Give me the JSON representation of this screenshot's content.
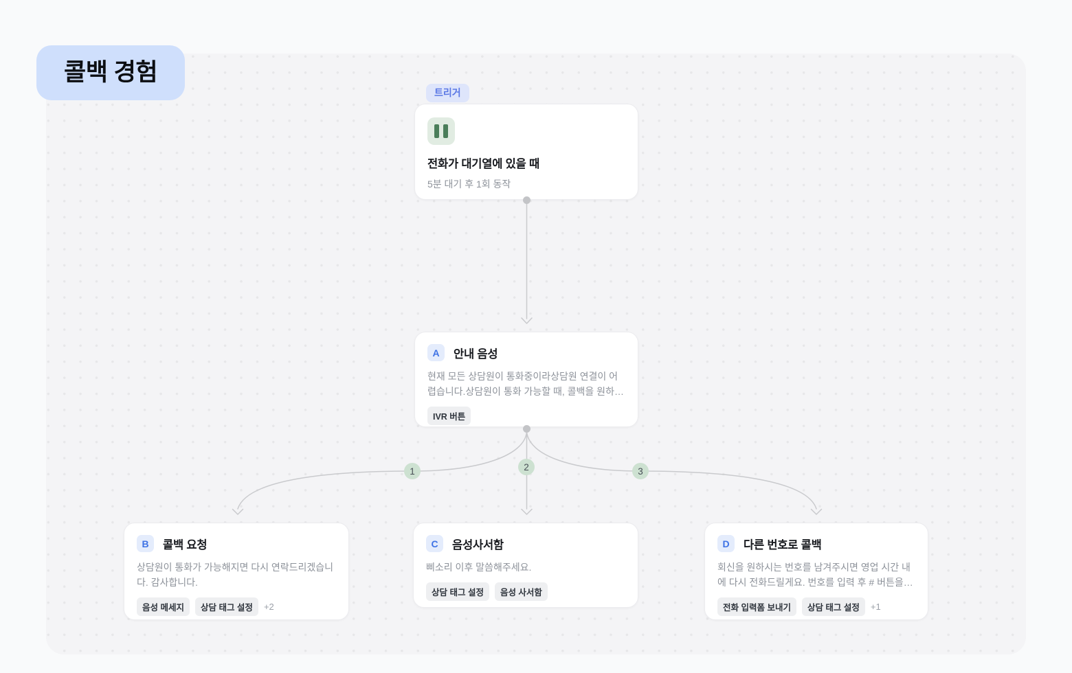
{
  "canvas_label": "콜백 경험",
  "trigger": {
    "badge": "트리거",
    "icon": "pause-icon",
    "title": "전화가 대기열에 있을 때",
    "subtitle": "5분 대기 후 1회 동작"
  },
  "nodes": {
    "a": {
      "letter": "A",
      "title": "안내 음성",
      "description": "현재 모든 상담원이 통화중이라상담원 연결이 어렵습니다.상담원이 통화 가능할 때, 콜백을 원하시...",
      "tags": [
        "IVR 버튼"
      ]
    },
    "b": {
      "letter": "B",
      "title": "콜백 요청",
      "description": "상담원이 통화가 가능해지면 다시 연락드리겠습니다. 감사합니다.",
      "tags": [
        "음성 메세지",
        "상담 태그 설정"
      ],
      "more": "+2"
    },
    "c": {
      "letter": "C",
      "title": "음성사서함",
      "description": "삐소리 이후 말씀해주세요.",
      "tags": [
        "상담 태그 설정",
        "음성 사서함"
      ]
    },
    "d": {
      "letter": "D",
      "title": "다른 번호로 콜백",
      "description": "회신을 원하시는 번호를 남겨주시면 영업 시간 내에 다시 전화드릴게요. 번호를 입력 후 # 버튼을 눌...",
      "tags": [
        "전화 입력폼 보내기",
        "상담 태그 설정"
      ],
      "more": "+1"
    }
  },
  "branch_labels": {
    "b1": "1",
    "b2": "2",
    "b3": "3"
  },
  "colors": {
    "canvas_label_bg": "#cfdffc",
    "trigger_badge_bg": "#dee5fb",
    "trigger_badge_text": "#5b78e5",
    "pause_icon_bg": "#e1ece2",
    "pause_icon_bar": "#4b7e5a",
    "letter_badge_bg": "#e4ecfc",
    "letter_badge_text": "#3f73e5",
    "branch_circle_bg": "#cde1d1",
    "connector": "#c9cacd",
    "canvas_bg": "#f4f4f6"
  }
}
